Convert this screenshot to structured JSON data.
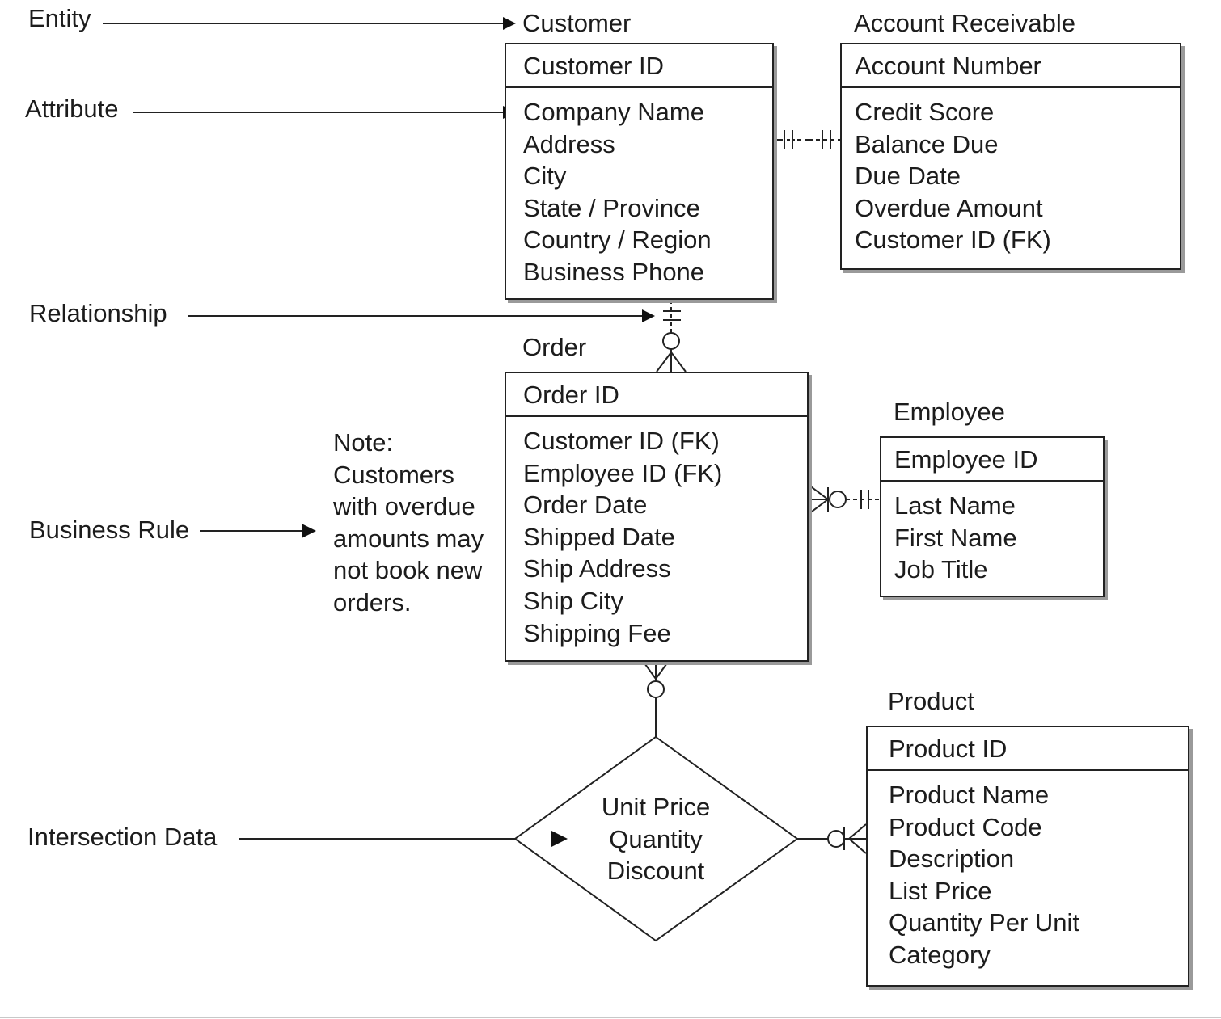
{
  "callouts": {
    "entity": "Entity",
    "attribute": "Attribute",
    "relationship": "Relationship",
    "business_rule": "Business Rule",
    "intersection_data": "Intersection Data"
  },
  "customer": {
    "title": "Customer",
    "pk": "Customer ID",
    "attributes": [
      "Company Name",
      "Address",
      "City",
      "State / Province",
      "Country / Region",
      "Business Phone"
    ]
  },
  "account_receivable": {
    "title": "Account Receivable",
    "pk": "Account Number",
    "attributes": [
      "Credit Score",
      "Balance Due",
      "Due Date",
      "Overdue Amount",
      "Customer ID (FK)"
    ]
  },
  "order": {
    "title": "Order",
    "pk": "Order ID",
    "attributes": [
      "Customer ID (FK)",
      "Employee ID (FK)",
      "Order Date",
      "Shipped Date",
      "Ship Address",
      "Ship City",
      "Shipping Fee"
    ]
  },
  "employee": {
    "title": "Employee",
    "pk": "Employee ID",
    "attributes": [
      "Last Name",
      "First Name",
      "Job Title"
    ]
  },
  "product": {
    "title": "Product",
    "pk": "Product ID",
    "attributes": [
      "Product Name",
      "Product Code",
      "Description",
      "List Price",
      "Quantity Per Unit",
      "Category"
    ]
  },
  "note": {
    "lines": [
      "Note:",
      "Customers",
      "with overdue",
      "amounts may",
      "not book new",
      "orders."
    ]
  },
  "intersection": {
    "lines": [
      "Unit Price",
      "Quantity",
      "Discount"
    ]
  }
}
